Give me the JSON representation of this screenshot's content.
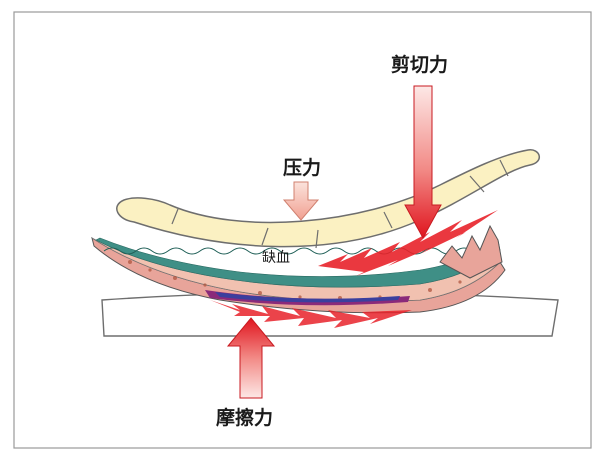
{
  "labels": {
    "shear": "剪切力",
    "pressure": "压力",
    "ischemia": "缺血",
    "friction": "摩擦力"
  },
  "colors": {
    "bone_fill": "#fbf1c2",
    "bone_stroke": "#6e6e6e",
    "arrow_red_dark": "#e0141e",
    "arrow_red_light": "#fde2e0",
    "pressure_arrow": "#f4b6ad",
    "skin_pink": "#e8a49a",
    "tissue_teal": "#3f8f86",
    "bruise_blue": "#3b3f9e",
    "bruise_purple": "#8a2a7a",
    "lightning_red": "#e8222a",
    "frame": "#9a9a9a"
  }
}
